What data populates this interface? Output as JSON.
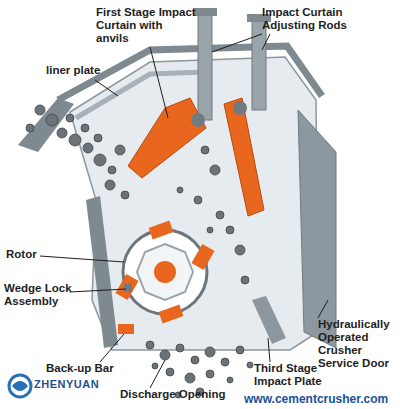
{
  "diagram": {
    "labels": [
      "First Stage Impact Curtain with anvils",
      "Impact Curtain Adjusting Rods",
      "liner plate",
      "Rotor",
      "Wedge Lock Assembly",
      "Hydraulically Operated Crusher Service Door",
      "Back-up Bar",
      "Discharge Opening",
      "Third Stage Impact Plate",
      "ZHENYUAN",
      "www.cementcrusher.com"
    ]
  }
}
